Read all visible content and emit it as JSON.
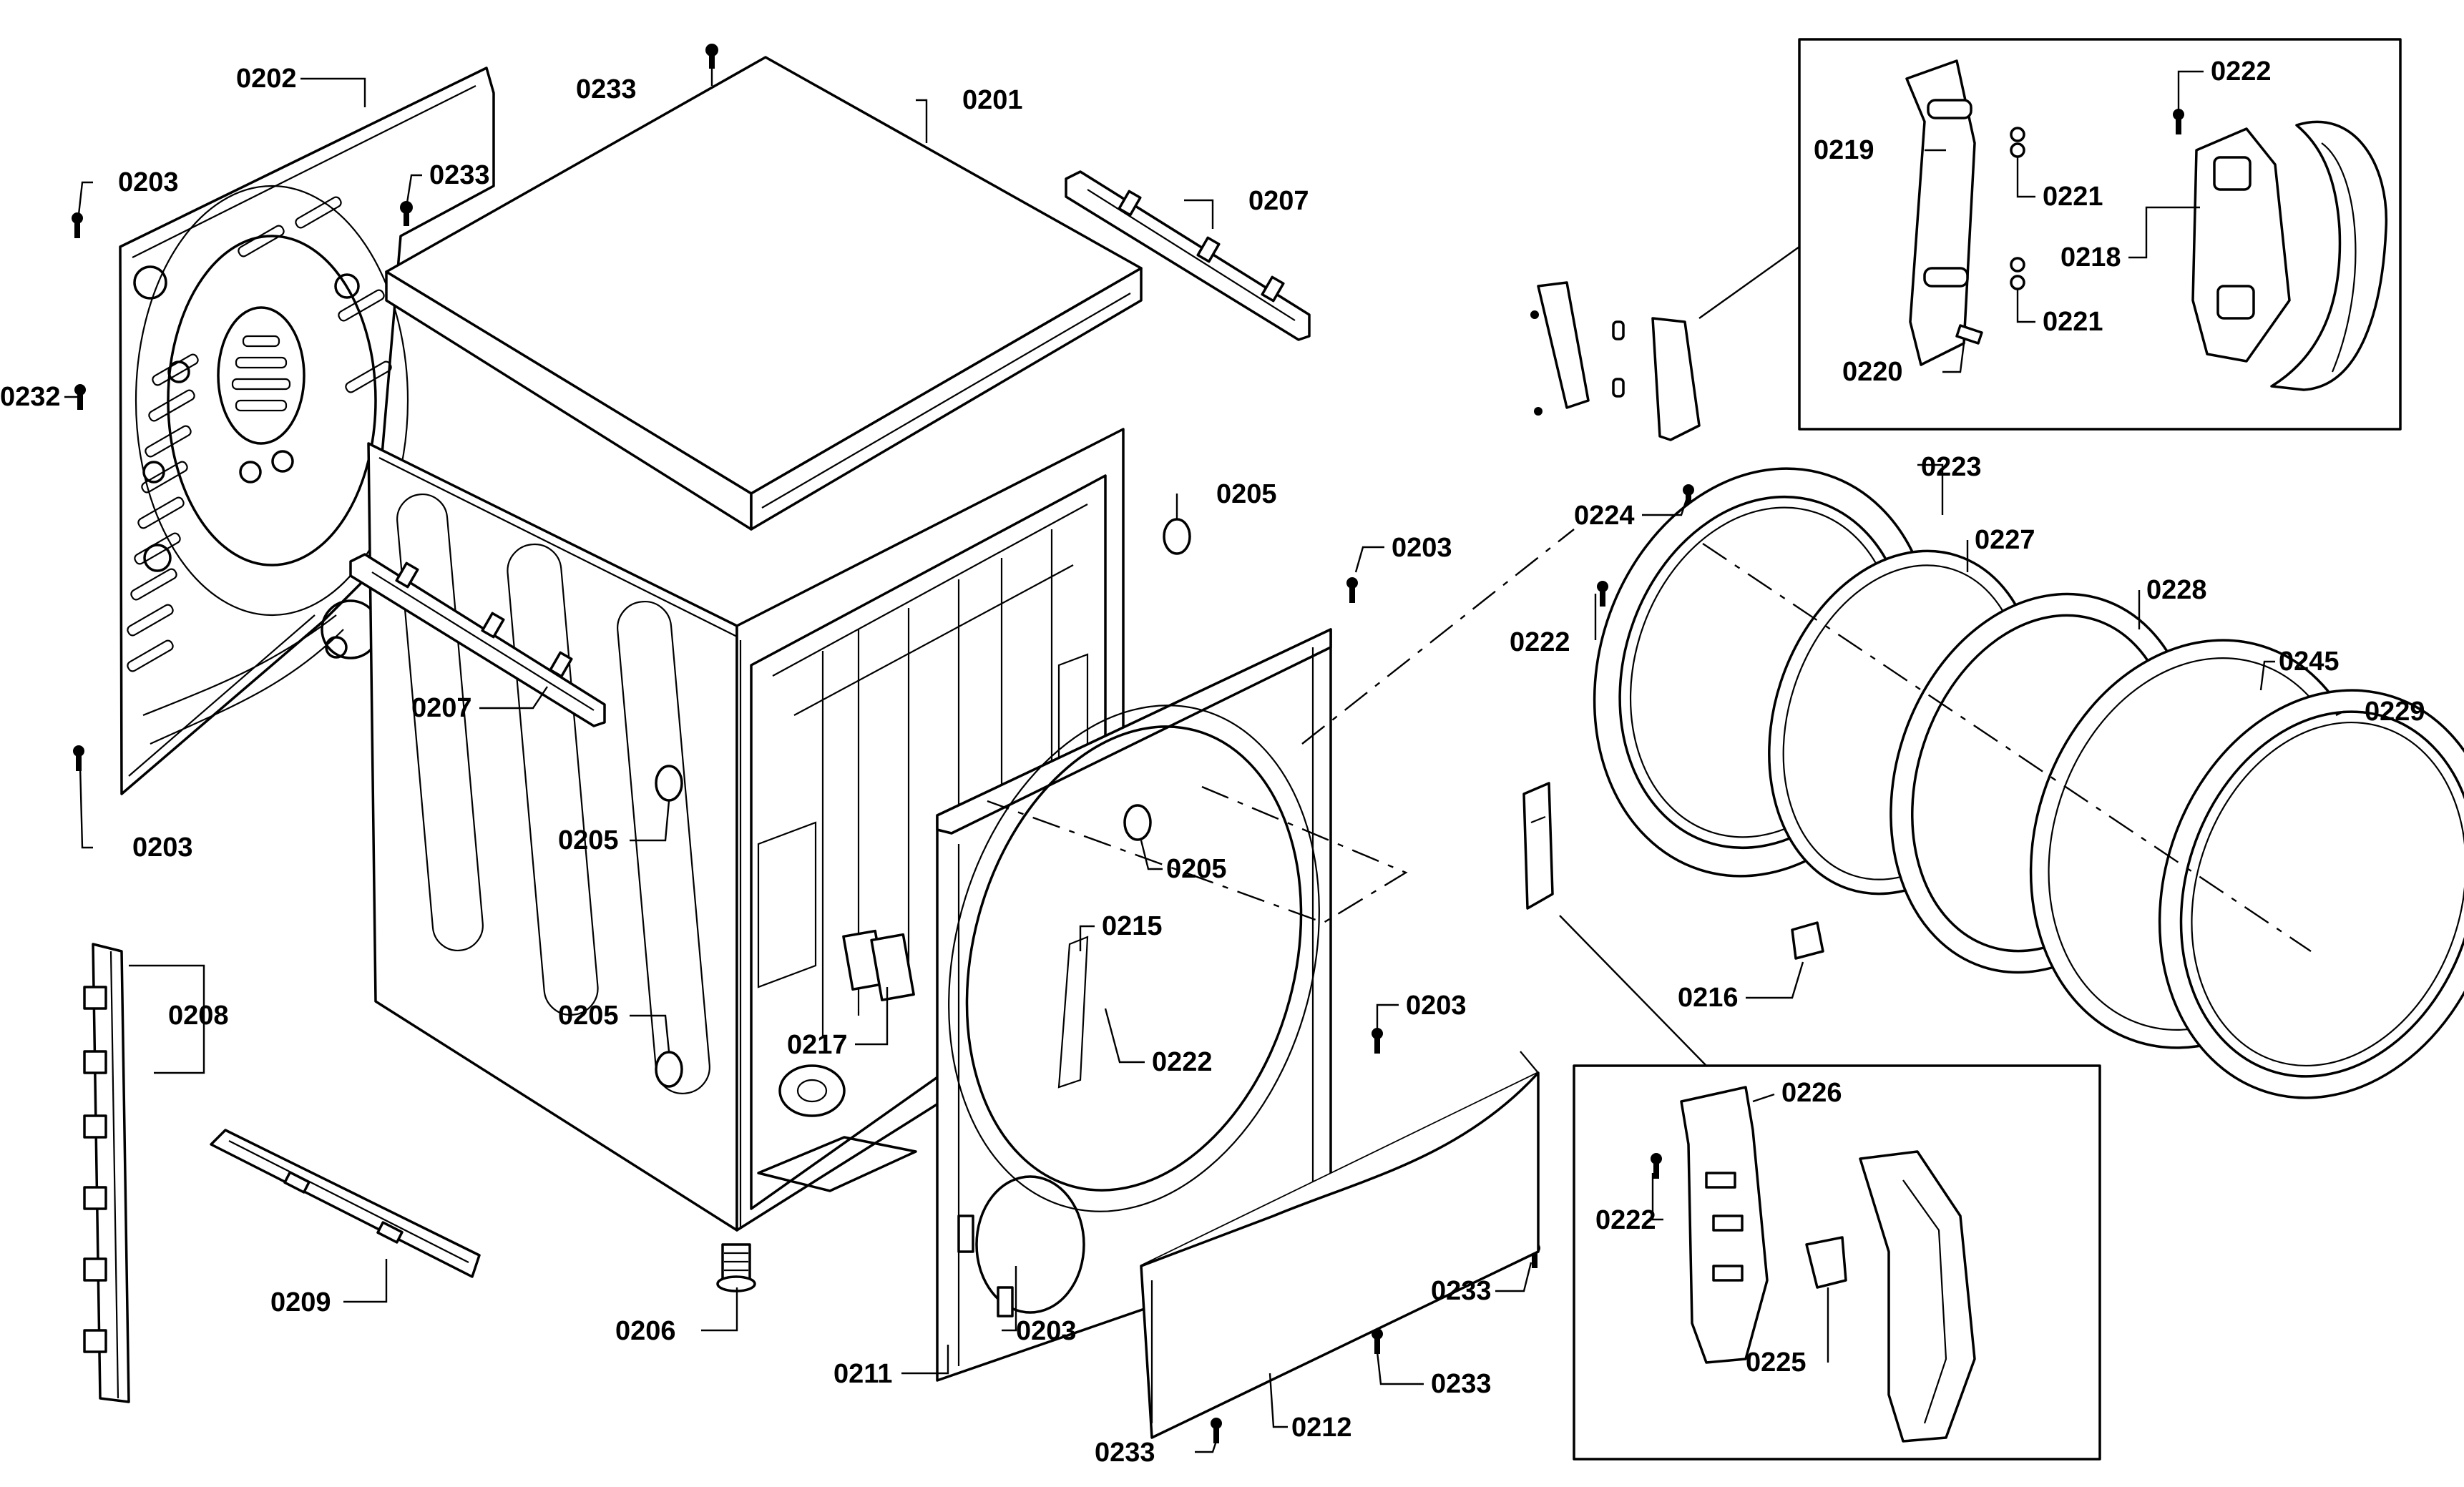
{
  "diagram": {
    "callouts": [
      {
        "id": "c0201",
        "text": "0201"
      },
      {
        "id": "c0202",
        "text": "0202"
      },
      {
        "id": "c0203a",
        "text": "0203"
      },
      {
        "id": "c0203b",
        "text": "0203"
      },
      {
        "id": "c0203c",
        "text": "0203"
      },
      {
        "id": "c0203d",
        "text": "0203"
      },
      {
        "id": "c0203e",
        "text": "0203"
      },
      {
        "id": "c0205a",
        "text": "0205"
      },
      {
        "id": "c0205b",
        "text": "0205"
      },
      {
        "id": "c0205c",
        "text": "0205"
      },
      {
        "id": "c0205d",
        "text": "0205"
      },
      {
        "id": "c0206",
        "text": "0206"
      },
      {
        "id": "c0207a",
        "text": "0207"
      },
      {
        "id": "c0207b",
        "text": "0207"
      },
      {
        "id": "c0208",
        "text": "0208"
      },
      {
        "id": "c0209",
        "text": "0209"
      },
      {
        "id": "c0211",
        "text": "0211"
      },
      {
        "id": "c0212",
        "text": "0212"
      },
      {
        "id": "c0215",
        "text": "0215"
      },
      {
        "id": "c0216",
        "text": "0216"
      },
      {
        "id": "c0217",
        "text": "0217"
      },
      {
        "id": "c0218",
        "text": "0218"
      },
      {
        "id": "c0219",
        "text": "0219"
      },
      {
        "id": "c0220",
        "text": "0220"
      },
      {
        "id": "c0221a",
        "text": "0221"
      },
      {
        "id": "c0221b",
        "text": "0221"
      },
      {
        "id": "c0222a",
        "text": "0222"
      },
      {
        "id": "c0222b",
        "text": "0222"
      },
      {
        "id": "c0222c",
        "text": "0222"
      },
      {
        "id": "c0222d",
        "text": "0222"
      },
      {
        "id": "c0223",
        "text": "0223"
      },
      {
        "id": "c0224",
        "text": "0224"
      },
      {
        "id": "c0225",
        "text": "0225"
      },
      {
        "id": "c0226",
        "text": "0226"
      },
      {
        "id": "c0227",
        "text": "0227"
      },
      {
        "id": "c0228",
        "text": "0228"
      },
      {
        "id": "c0229",
        "text": "0229"
      },
      {
        "id": "c0232",
        "text": "0232"
      },
      {
        "id": "c0233a",
        "text": "0233"
      },
      {
        "id": "c0233b",
        "text": "0233"
      },
      {
        "id": "c0233c",
        "text": "0233"
      },
      {
        "id": "c0233d",
        "text": "0233"
      },
      {
        "id": "c0233e",
        "text": "0233"
      },
      {
        "id": "c0245",
        "text": "0245"
      }
    ]
  }
}
